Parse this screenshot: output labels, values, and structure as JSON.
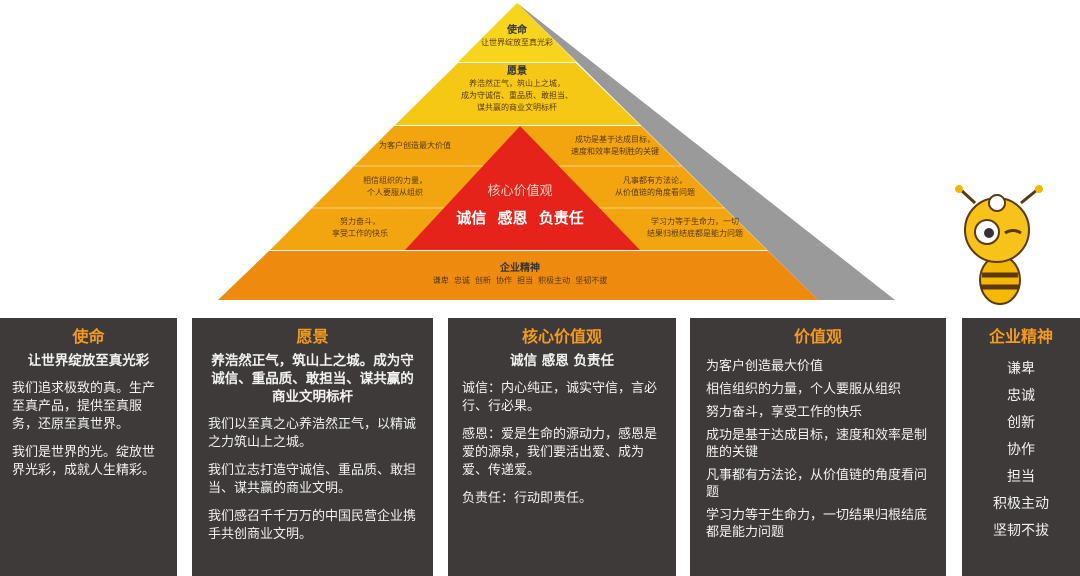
{
  "pyramid": {
    "mission_title": "使命",
    "mission_text": "让世界绽放至真光彩",
    "vision_title": "愿景",
    "vision_lines": [
      "养浩然正气，筑山上之城，",
      "成为守诚信、重品质、敢担当、",
      "谋共赢的商业文明标杆"
    ],
    "values_left": [
      "为客户创造最大价值",
      "相信组织的力量，\n个人要服从组织",
      "努力奋斗，\n享受工作的快乐"
    ],
    "values_right": [
      "成功是基于达成目标，\n速度和效率是制胜的关键",
      "凡事都有方法论，\n从价值链的角度看问题",
      "学习力等于生命力，一切\n结果归根结底都是能力问题"
    ],
    "core_title": "核心价值观",
    "core_values": "诚信 感恩 负责任",
    "spirit_title": "企业精神",
    "spirit_text": "谦卑  忠诚  创新  协作  担当  积极主动  坚韧不拔"
  },
  "panels": {
    "mission": {
      "title": "使命",
      "subtitle": "让世界绽放至真光彩",
      "paras": [
        "我们追求极致的真。生产至真产品，提供至真服务，还原至真世界。",
        "我们是世界的光。绽放世界光彩，成就人生精彩。"
      ]
    },
    "vision": {
      "title": "愿景",
      "subtitle": "养浩然正气，筑山上之城。成为守诚信、重品质、敢担当、谋共赢的商业文明标杆",
      "paras": [
        "我们以至真之心养浩然正气，以精诚之力筑山上之城。",
        "我们立志打造守诚信、重品质、敢担当、谋共赢的商业文明。",
        "我们感召千千万万的中国民营企业携手共创商业文明。"
      ]
    },
    "core": {
      "title": "核心价值观",
      "subtitle": "诚信 感恩 负责任",
      "paras": [
        "诚信：内心纯正，诚实守信，言必行、行必果。",
        "感恩：爱是生命的源动力，感恩是爱的源泉，我们要活出爱、成为爱、传递爱。",
        "负责任：行动即责任。"
      ]
    },
    "values": {
      "title": "价值观",
      "items": [
        "为客户创造最大价值",
        "相信组织的力量，个人要服从组织",
        "努力奋斗，享受工作的快乐",
        "成功是基于达成目标，速度和效率是制胜的关键",
        "凡事都有方法论，从价值链的角度看问题",
        "学习力等于生命力，一切结果归根结底都是能力问题"
      ]
    },
    "spirit": {
      "title": "企业精神",
      "items": [
        "谦卑",
        "忠诚",
        "创新",
        "协作",
        "担当",
        "积极主动",
        "坚韧不拔"
      ]
    }
  },
  "colors": {
    "panel_bg": "#3d3a39",
    "heading": "#f39a1f",
    "core_red": "#e5231b"
  }
}
